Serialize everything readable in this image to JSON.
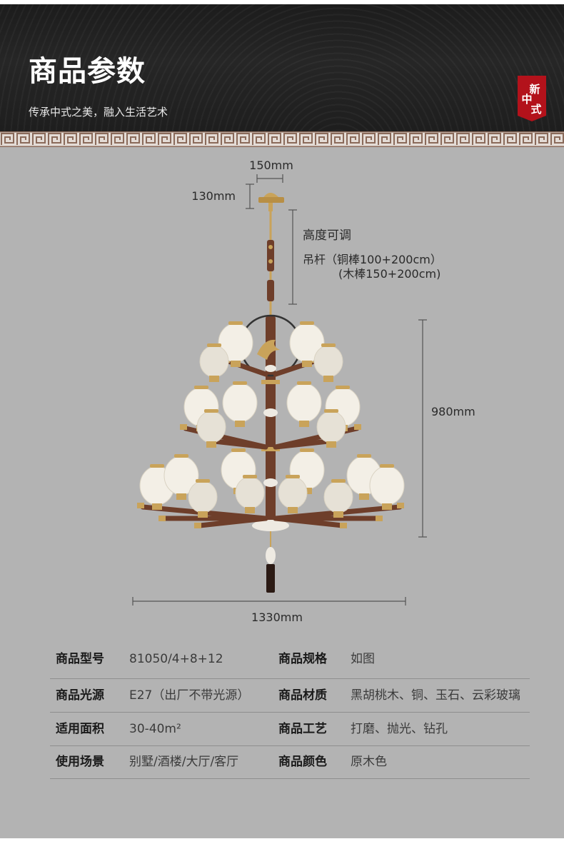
{
  "header": {
    "title": "商品参数",
    "subtitle": "传承中式之美，融入生活艺术",
    "seal_text": [
      "新",
      "中",
      "式"
    ],
    "colors": {
      "background": "#222222",
      "seal": "#b3121b",
      "border_pattern": "#8a6a5a"
    }
  },
  "diagram": {
    "canopy_width": "150mm",
    "canopy_height": "130mm",
    "rod_note_title": "高度可调",
    "rod_note_line1": "吊杆（铜棒100+200cm）",
    "rod_note_line2": "(木棒150+200cm)",
    "body_height": "980mm",
    "body_width": "1330mm",
    "colors": {
      "background": "#b3b3b3",
      "wood": "#6e3e2a",
      "brass": "#c9a35a",
      "glass": "#f3efe6",
      "line": "#555555"
    }
  },
  "specs": {
    "rows": [
      {
        "left_label": "商品型号",
        "left_value": "81050/4+8+12",
        "right_label": "商品规格",
        "right_value": "如图"
      },
      {
        "left_label": "商品光源",
        "left_value": "E27（出厂不带光源）",
        "right_label": "商品材质",
        "right_value": "黑胡桃木、铜、玉石、云彩玻璃"
      },
      {
        "left_label": "适用面积",
        "left_value": "30-40m²",
        "right_label": "商品工艺",
        "right_value": "打磨、抛光、钻孔"
      },
      {
        "left_label": "使用场景",
        "left_value": "别墅/酒楼/大厅/客厅",
        "right_label": "商品颜色",
        "right_value": "原木色"
      }
    ]
  }
}
